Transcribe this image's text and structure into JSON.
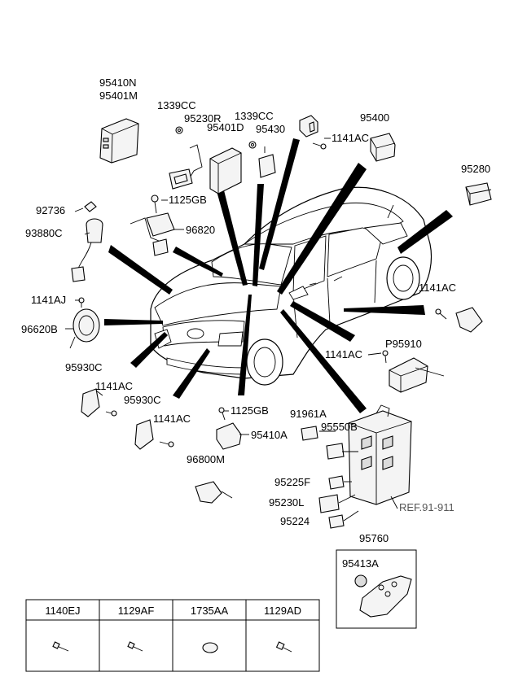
{
  "labels": {
    "p95410N": "95410N",
    "p95401M": "95401M",
    "p1339CC_a": "1339CC",
    "p95230R": "95230R",
    "p95401D": "95401D",
    "p1339CC_b": "1339CC",
    "p95430": "95430",
    "p95400": "95400",
    "p1141AC_a": "1141AC",
    "p95280": "95280",
    "p1125GB_a": "1125GB",
    "p92736": "92736",
    "p93880C": "93880C",
    "p96820": "96820",
    "p1141AJ": "1141AJ",
    "p96620B": "96620B",
    "p1141AC_b": "1141AC",
    "p95930C_a": "95930C",
    "p1141AC_c": "1141AC",
    "p95930C_b": "95930C",
    "p1141AC_d": "1141AC",
    "p1141AC_e": "1141AC",
    "pP95910": "P95910",
    "p1125GB_b": "1125GB",
    "p95410A": "95410A",
    "p91961A": "91961A",
    "p95550B": "95550B",
    "p96800M": "96800M",
    "p95225F": "95225F",
    "p95230L": "95230L",
    "pREF": "REF.91-911",
    "p95224": "95224",
    "p95760": "95760",
    "p95413A": "95413A"
  },
  "table": {
    "headers": [
      "1140EJ",
      "1129AF",
      "1735AA",
      "1129AD"
    ]
  },
  "icons": [
    "bolt-icon",
    "screw-icon",
    "coin-battery-icon",
    "flange-screw-icon"
  ]
}
